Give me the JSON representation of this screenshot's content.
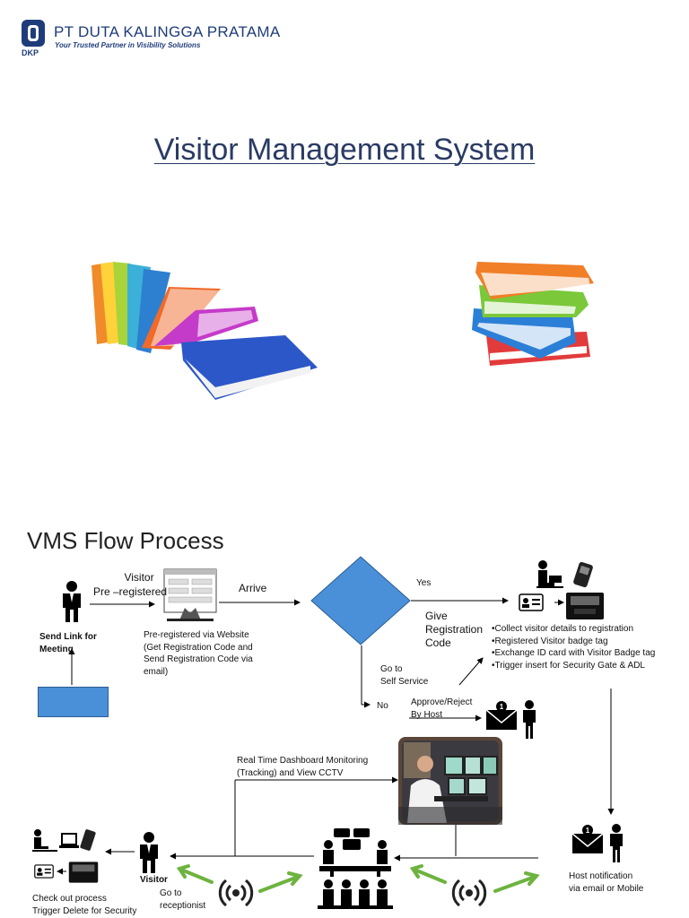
{
  "header": {
    "company_name": "PT DUTA KALINGGA PRATAMA",
    "tagline": "Your Trusted Partner in Visibility Solutions",
    "logo_text": "DKP"
  },
  "page": {
    "title": "Visitor Management System"
  },
  "flow": {
    "title": "VMS Flow Process",
    "labels": {
      "visitor_preregistered": [
        "Visitor",
        "Pre –registered"
      ],
      "arrive": "Arrive",
      "yes": "Yes",
      "no": "No",
      "give_registration_code": [
        "Give",
        "Registration",
        "Code"
      ],
      "send_link": [
        "Send Link for",
        "Meeting"
      ],
      "preregistered_website": [
        "Pre-registered via Website",
        "(Get Registration Code and",
        "Send Registration Code via",
        "email)"
      ],
      "go_to_self_service": [
        "Go to",
        "Self Service"
      ],
      "approve_reject": [
        "Approve/Reject",
        "By Host"
      ],
      "realtime_dashboard": [
        "Real Time Dashboard Monitoring",
        "(Tracking) and View CCTV"
      ],
      "host_notification": [
        "Host notification",
        "via email or Mobile"
      ],
      "visitor": "Visitor",
      "go_to_receptionist": [
        "Go to",
        "receptionist"
      ],
      "checkout": [
        "Check out process",
        "Trigger Delete for Security"
      ]
    },
    "bullets": [
      "Collect visitor details to registration",
      "Registered Visitor badge tag",
      "Exchange ID card with Visitor Badge tag",
      "Trigger insert for Security Gate & ADL"
    ],
    "colors": {
      "decision": "#4a90d9",
      "arrow": "#000000",
      "green_arrow": "#6db33f",
      "brand": "#1f3c7a"
    },
    "icons": [
      "person-icon",
      "webpage-icon",
      "decision-diamond",
      "receptionist-icon",
      "badge-reader-icon",
      "id-card-icon",
      "email-person-icon",
      "control-room-photo",
      "meeting-group-icon",
      "wireless-signal-icon",
      "laptop-icon"
    ]
  }
}
